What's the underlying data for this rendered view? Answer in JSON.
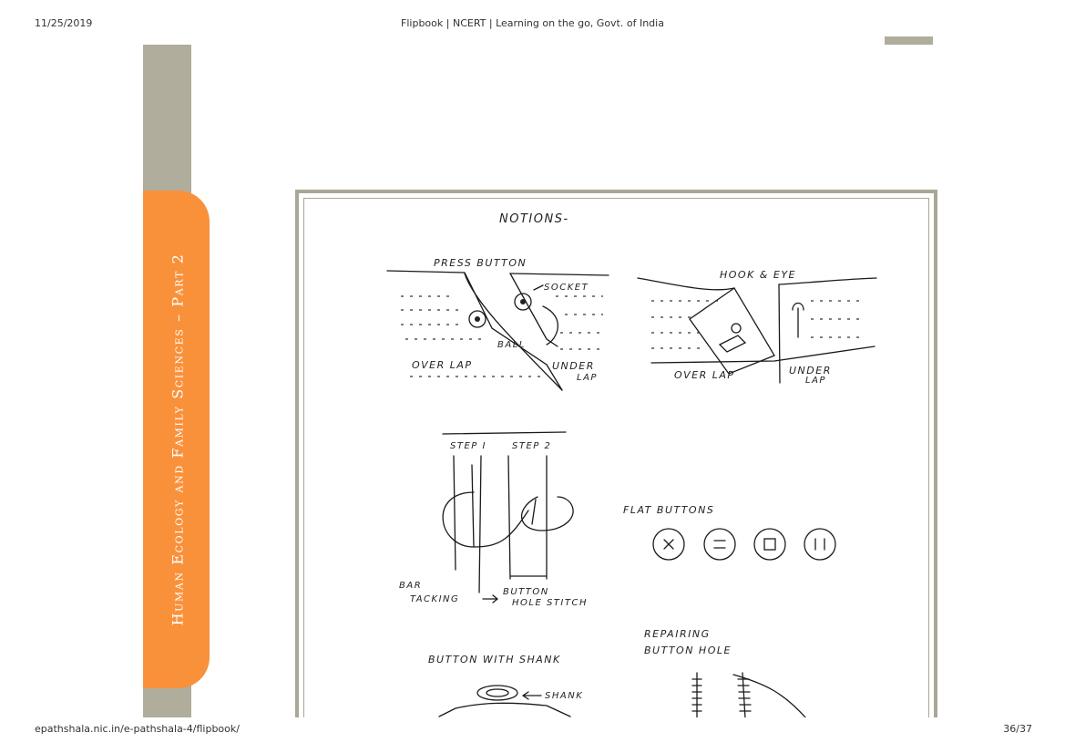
{
  "header": {
    "date": "11/25/2019",
    "title": "Flipbook | NCERT | Learning on the go, Govt. of India"
  },
  "footer": {
    "url": "epathshala.nic.in/e-pathshala-4/flipbook/",
    "page": "36/37"
  },
  "book": {
    "spine_title": "Human Ecology and Family Sciences – Part 2",
    "accent_color": "#f9913b",
    "spine_color": "#b0ad9c"
  },
  "figure": {
    "heading": "NOTIONS-",
    "press_button": {
      "title": "PRESS BUTTON",
      "socket": "SOCKET",
      "ball": "BALL",
      "over_lap": "OVER LAP",
      "under": "UNDER",
      "lap": "LAP"
    },
    "hook_eye": {
      "title": "HOOK & EYE",
      "over_lap": "OVER LAP",
      "under": "UNDER",
      "lap": "LAP"
    },
    "button_hole": {
      "step1": "STEP I",
      "step2": "STEP 2",
      "bar": "BAR",
      "tacking": "TACKING",
      "button": "BUTTON",
      "hole_stitch": "HOLE STITCH"
    },
    "flat_buttons": {
      "title": "FLAT BUTTONS"
    },
    "repairing": {
      "line1": "REPAIRING",
      "line2": "BUTTON HOLE"
    },
    "shank": {
      "title": "BUTTON WITH SHANK",
      "shank": "SHANK"
    }
  }
}
